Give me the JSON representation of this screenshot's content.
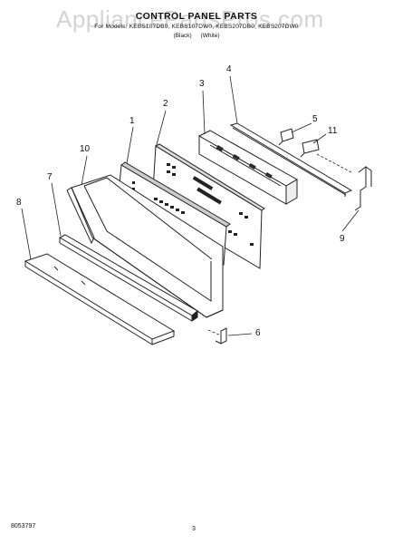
{
  "header": {
    "title": "CONTROL PANEL PARTS",
    "subtitle": "For Models: KEBS107DB0, KEBS107DW0, KEBS207DB0, KEBS207DW0",
    "color_black": "(Black)",
    "color_white": "(White)"
  },
  "watermark": {
    "text": "AppliancePartsPros.com"
  },
  "callouts": [
    "1",
    "2",
    "3",
    "4",
    "5",
    "6",
    "7",
    "8",
    "9",
    "10",
    "11"
  ],
  "footer": {
    "code": "8053797",
    "page": "3"
  }
}
